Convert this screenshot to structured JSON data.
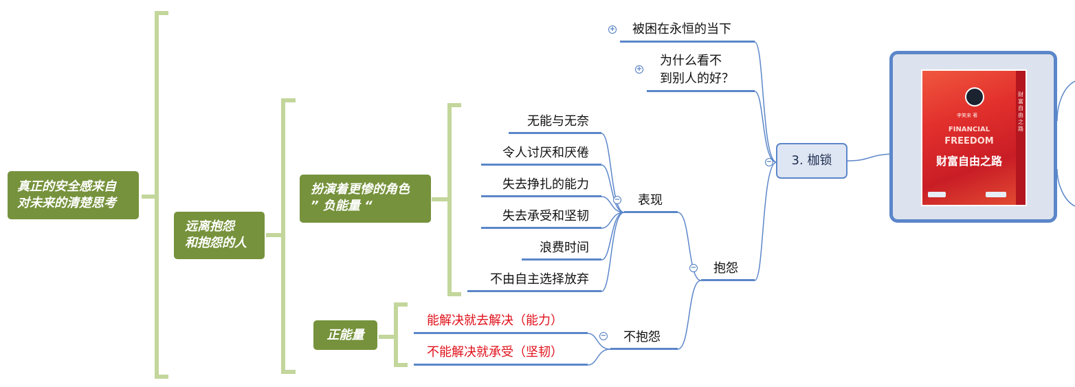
{
  "root": {
    "label": "真正的安全感来自对未来的清楚思考",
    "line1": "真正的安全感来自",
    "line2": "对未来的清楚思考",
    "color": "#76923c"
  },
  "branch": {
    "line1": "远离抱怨",
    "line2": "和抱怨的人"
  },
  "roles": {
    "line1": "扮演着更惨的角色",
    "line2": "” 负能量 “"
  },
  "positive": {
    "label": "正能量"
  },
  "negative_items": [
    "无能与无奈",
    "令人讨厌和厌倦",
    "失去挣扎的能力",
    "失去承受和坚韧",
    "浪费时间",
    "不由自主选择放弃"
  ],
  "positive_items": [
    "能解决就去解决（能力）",
    "不能解决就承受（坚韧）"
  ],
  "biaoxian": "表现",
  "bubaoyuan": "不抱怨",
  "baoyuan": "抱怨",
  "trap": {
    "line1": "被困在永恒的当下"
  },
  "why": {
    "line1": "为什么看不",
    "line2": "到别人的好？"
  },
  "shackle": "3. 枷锁",
  "book": {
    "author": "李笑来 著",
    "title_en1": "FINANCIAL",
    "title_en2": "FREEDOM",
    "title_cn": "财富自由之路",
    "spine": "财富自由之路"
  },
  "colors": {
    "green_box": "#76923c",
    "bracket": "#c3d69b",
    "line": "#5b86c9",
    "red_text": "#e0101a"
  },
  "icons": {
    "expand": "plus-circle-icon",
    "collapse": "minus-circle-icon"
  }
}
